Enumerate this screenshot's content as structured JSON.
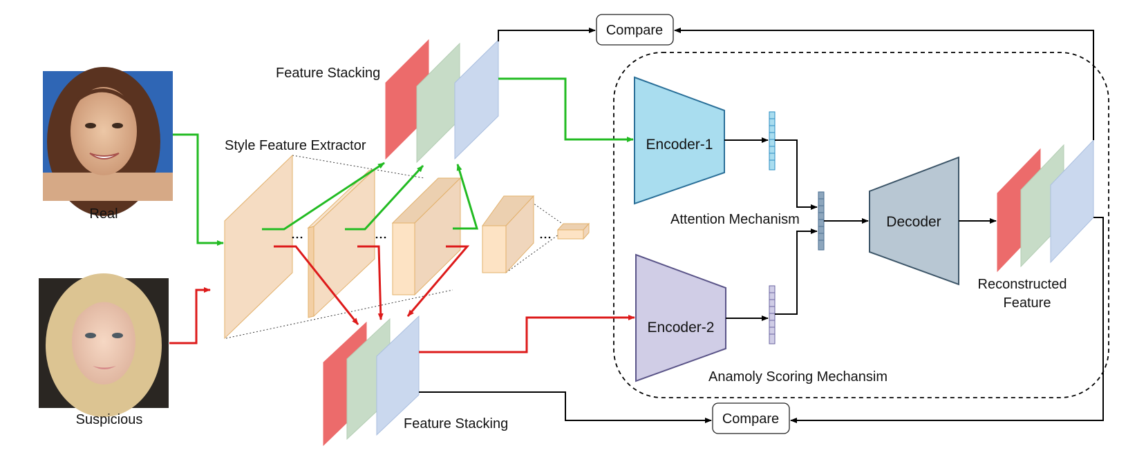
{
  "labels": {
    "real": "Real",
    "suspicious": "Suspicious",
    "style_feature_extractor": "Style Feature Extractor",
    "feature_stacking_top": "Feature Stacking",
    "feature_stacking_bottom": "Feature Stacking",
    "encoder_1": "Encoder-1",
    "encoder_2": "Encoder-2",
    "attention_mechanism": "Attention Mechanism",
    "decoder": "Decoder",
    "reconstructed_feature_line1": "Reconstructed",
    "reconstructed_feature_line2": "Feature",
    "anomaly_scoring": "Anamoly Scoring Mechansim",
    "compare_top": "Compare",
    "compare_bottom": "Compare"
  },
  "colors": {
    "real_path": "#22bb22",
    "suspicious_path": "#dd1a1a",
    "connector": "#000000",
    "extractor_fill": "#f5dcc2",
    "extractor_edge": "#e2b06a",
    "stack_red": "#ec6b6b",
    "stack_green": "#c7dcc7",
    "stack_blue": "#cad8ee",
    "encoder_1_fill": "#a9ddef",
    "encoder_1_edge": "#2a6f98",
    "encoder_2_fill": "#d0cde6",
    "encoder_2_edge": "#5a5488",
    "decoder_fill": "#b8c7d3",
    "decoder_edge": "#3c5568",
    "attention_bar": "#8da6bd",
    "photo_real_bg": "#2f66b5",
    "photo_real_hair": "#5a3320",
    "photo_real_skin": "#e0b593",
    "photo_suspicious_bg": "#2a2622",
    "photo_suspicious_hair": "#dcc492",
    "photo_suspicious_skin": "#f0cbb5"
  }
}
